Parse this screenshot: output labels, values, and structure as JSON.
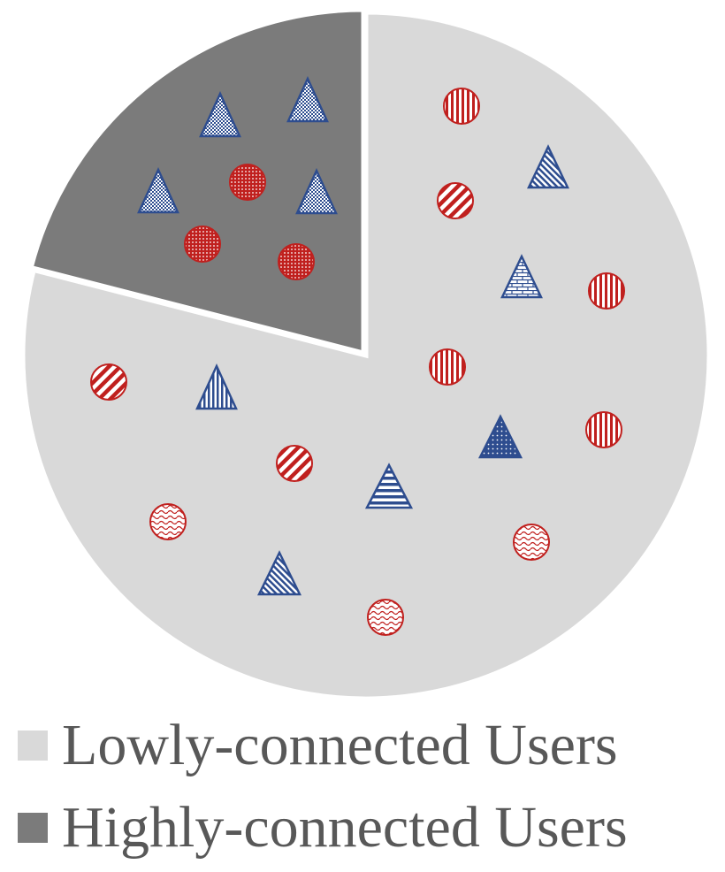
{
  "colors": {
    "lowly_sector": "#d9d9d9",
    "highly_sector": "#7b7b7b",
    "circle_red": "#c0201e",
    "triangle_blue": "#2e4d8f",
    "background": "#ffffff",
    "legend_text": "#585858"
  },
  "legend": {
    "lowly_label": "Lowly-connected Users",
    "highly_label": "Highly-connected Users"
  },
  "groups": {
    "lowly": {
      "share": 0.79
    },
    "highly": {
      "share": 0.21
    }
  }
}
